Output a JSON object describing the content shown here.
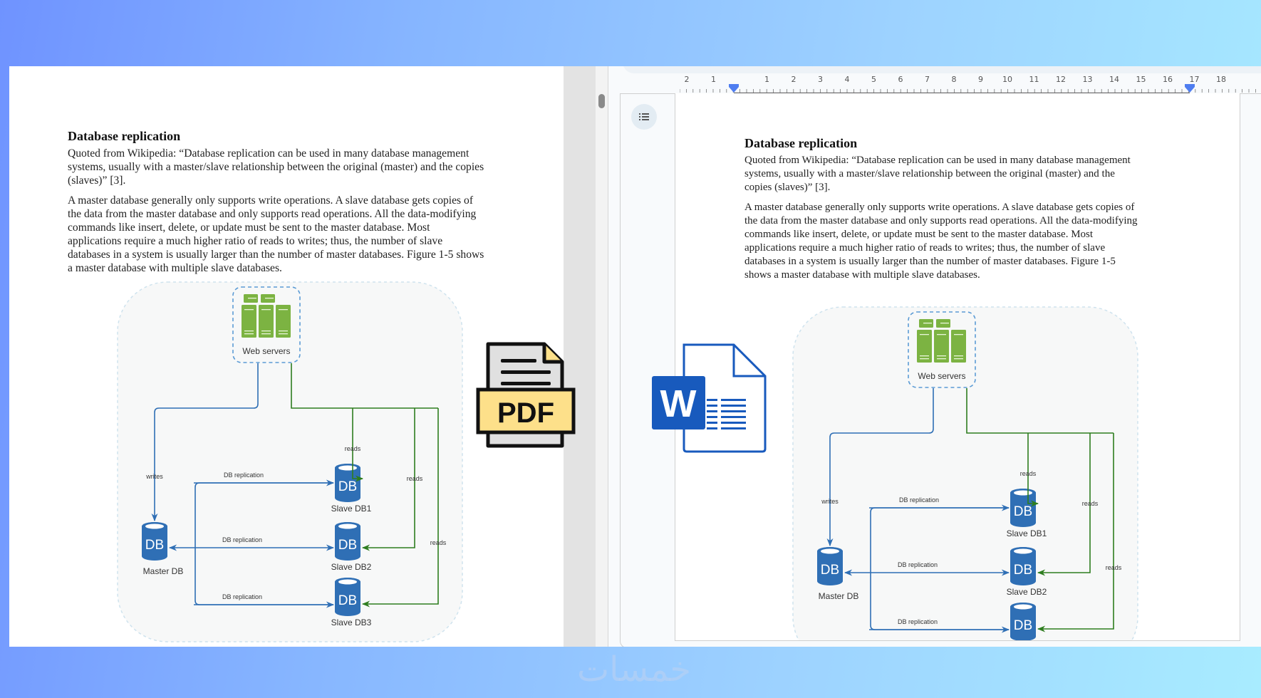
{
  "pdf_document": {
    "heading": "Database replication",
    "paragraphs": [
      [
        "Quoted from Wikipedia: “Database replication can be used in many database management",
        "systems, usually with a master/slave relationship between the original (master) and the copies",
        "(slaves)” [3]."
      ],
      [
        "A master database generally only supports write operations. A slave database gets copies of",
        "the data from the master database and only supports read operations. All the data-modifying",
        "commands like insert, delete, or update must be sent to the master database. Most",
        "applications require a much higher ratio of reads to writes; thus, the number of slave",
        "databases in a system is usually larger than the number of master databases. Figure 1-5 shows",
        "a master database with multiple slave databases."
      ]
    ]
  },
  "word_document": {
    "heading": "Database replication",
    "paragraphs": [
      [
        "Quoted from Wikipedia: “Database replication can be used in many database management",
        "systems, usually with a master/slave relationship between the original (master) and the",
        "copies (slaves)” [3]."
      ],
      [
        "A master database generally only supports write operations. A slave database gets copies of",
        "the data from the master database and only supports read operations. All the data-modifying",
        "commands like insert, delete, or update must be sent to the master database. Most",
        "applications require a much higher ratio of reads to writes; thus, the number of slave",
        "databases in a system is usually larger than the number of master databases. Figure 1-5",
        "shows a master database with multiple slave databases."
      ]
    ],
    "ruler_labels": [
      "2",
      "1",
      "1",
      "2",
      "3",
      "4",
      "5",
      "6",
      "7",
      "8",
      "9",
      "10",
      "11",
      "12",
      "13",
      "14",
      "15",
      "16",
      "17",
      "18"
    ]
  },
  "diagram": {
    "web_servers_label": "Web servers",
    "master_label": "Master DB",
    "db_glyph": "DB",
    "slaves": [
      "Slave DB1",
      "Slave DB2",
      "Slave DB3"
    ],
    "writes_label": "writes",
    "reads_label": "reads",
    "replication_label": "DB replication",
    "colors": {
      "blue": "#2f6fb5",
      "green": "#2e7d1f",
      "server_green": "#7cb342",
      "panel": "#f7f8f8",
      "dash": "#5b9bd5"
    }
  },
  "icons": {
    "pdf_label": "PDF",
    "word_label": "W",
    "pdf_yellow": "#fde08a",
    "word_blue": "#185abd"
  },
  "watermark": "خمسات"
}
